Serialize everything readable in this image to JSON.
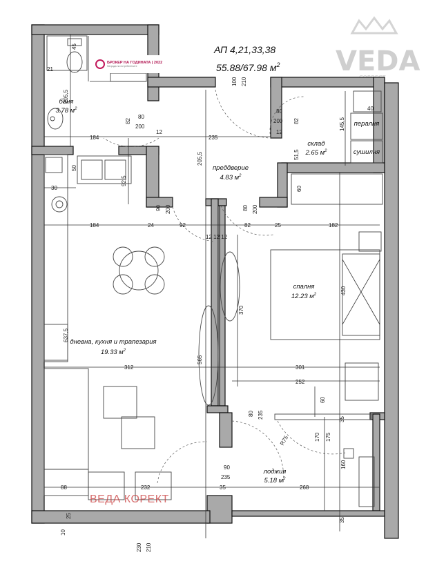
{
  "apartment": {
    "title": "АП 4,21,33,38",
    "area": "55.88/67.98 м",
    "area_sup": "2"
  },
  "brand": {
    "logo_text": "VEDA",
    "logo_sub": "CORRECT",
    "color": "#cfcfcf"
  },
  "broker_badge": {
    "title": "БРОКЕР НА ГОДИНАТА | 2022",
    "subtitle": "Награда на потребителите",
    "color": "#b0124f"
  },
  "watermark": "ВЕДА КОРЕКТ",
  "rooms": [
    {
      "name": "баня",
      "area": "3.78 м",
      "sup": "2"
    },
    {
      "name": "преддверие",
      "area": "4.83 м",
      "sup": "2"
    },
    {
      "name": "склад",
      "area": "2.65 м",
      "sup": "2"
    },
    {
      "name": "спалня",
      "area": "12.23 м",
      "sup": "2"
    },
    {
      "name": "дневна, кухня и трапезария",
      "area": "19.33 м",
      "sup": "2"
    },
    {
      "name": "лоджия",
      "area": "5.18 м",
      "sup": "2"
    }
  ],
  "fixtures": {
    "peralnya": "пералня",
    "sushilnya": "сушилня"
  },
  "dimensions": {
    "d_184_top": "184",
    "d_235": "235",
    "d_12a": "12",
    "d_12b": "12",
    "d_145_5": "145,5",
    "d_51_5": "51,5",
    "d_82a": "82",
    "d_82b": "82",
    "d_205_5a": "205,5",
    "d_205_5b": "205,5",
    "d_40": "40",
    "d_30": "30",
    "d_50": "50",
    "d_60a": "60",
    "d_92_5": "92,5",
    "d_184_mid": "184",
    "d_24": "24",
    "d_92": "92",
    "d_82c": "82",
    "d_25a": "25",
    "d_182": "182",
    "d_12x3": "12 12 12",
    "d_370": "370",
    "d_430": "430",
    "d_637_5": "637,5",
    "d_565": "565",
    "d_312": "312",
    "d_301": "301",
    "d_252": "252",
    "d_88": "88",
    "d_232": "232",
    "d_35a": "35",
    "d_268": "268",
    "d_35b": "35",
    "d_160": "160",
    "d_170": "170",
    "d_175": "175",
    "d_60b": "60",
    "d_35c": "35",
    "d_R75": "R75",
    "d_25b": "25",
    "d_10": "10",
    "d_230": "230",
    "d_210": "210",
    "d_21": "21",
    "d_45": "45"
  },
  "doors": {
    "door_top": "100",
    "door_top2": "210",
    "door_bath": "80",
    "door_bath2": "200",
    "door_store": "80",
    "door_store2": "200",
    "door_living": "90",
    "door_living2": "200",
    "door_bed": "80",
    "door_bed2": "200",
    "door_loggia": "80",
    "door_loggia2": "235",
    "door_loggia_b": "90",
    "door_loggia_b2": "235"
  }
}
